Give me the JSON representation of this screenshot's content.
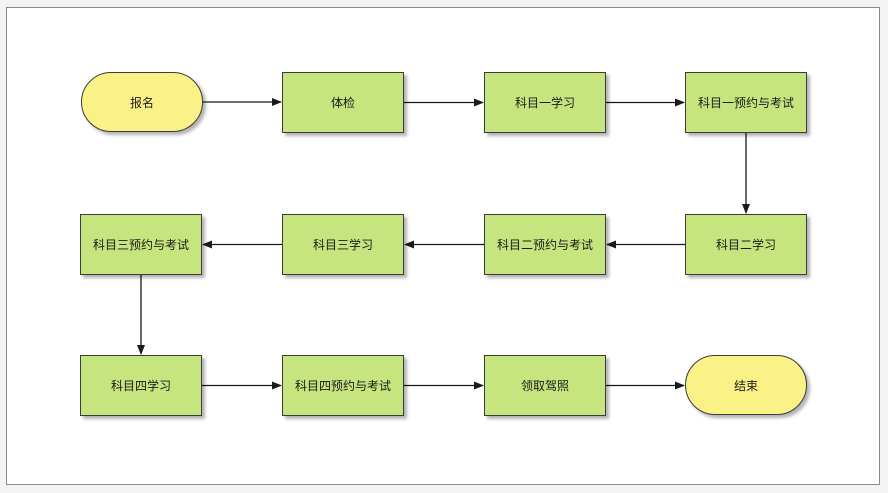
{
  "flowchart": {
    "nodes": [
      {
        "id": "n1",
        "label": "报名",
        "shape": "terminal"
      },
      {
        "id": "n2",
        "label": "体检",
        "shape": "process"
      },
      {
        "id": "n3",
        "label": "科目一学习",
        "shape": "process"
      },
      {
        "id": "n4",
        "label": "科目一预约与考试",
        "shape": "process"
      },
      {
        "id": "n5",
        "label": "科目二学习",
        "shape": "process"
      },
      {
        "id": "n6",
        "label": "科目二预约与考试",
        "shape": "process"
      },
      {
        "id": "n7",
        "label": "科目三学习",
        "shape": "process"
      },
      {
        "id": "n8",
        "label": "科目三预约与考试",
        "shape": "process"
      },
      {
        "id": "n9",
        "label": "科目四学习",
        "shape": "process"
      },
      {
        "id": "n10",
        "label": "科目四预约与考试",
        "shape": "process"
      },
      {
        "id": "n11",
        "label": "领取驾照",
        "shape": "process"
      },
      {
        "id": "n12",
        "label": "结束",
        "shape": "terminal"
      }
    ],
    "edges": [
      {
        "from": "n1",
        "to": "n2"
      },
      {
        "from": "n2",
        "to": "n3"
      },
      {
        "from": "n3",
        "to": "n4"
      },
      {
        "from": "n4",
        "to": "n5"
      },
      {
        "from": "n5",
        "to": "n6"
      },
      {
        "from": "n6",
        "to": "n7"
      },
      {
        "from": "n7",
        "to": "n8"
      },
      {
        "from": "n8",
        "to": "n9"
      },
      {
        "from": "n9",
        "to": "n10"
      },
      {
        "from": "n10",
        "to": "n11"
      },
      {
        "from": "n11",
        "to": "n12"
      }
    ],
    "colors": {
      "process_fill": "#c6e57e",
      "terminal_fill": "#fbf287",
      "border": "#3c3c3c",
      "arrow": "#1a1a1a"
    }
  }
}
